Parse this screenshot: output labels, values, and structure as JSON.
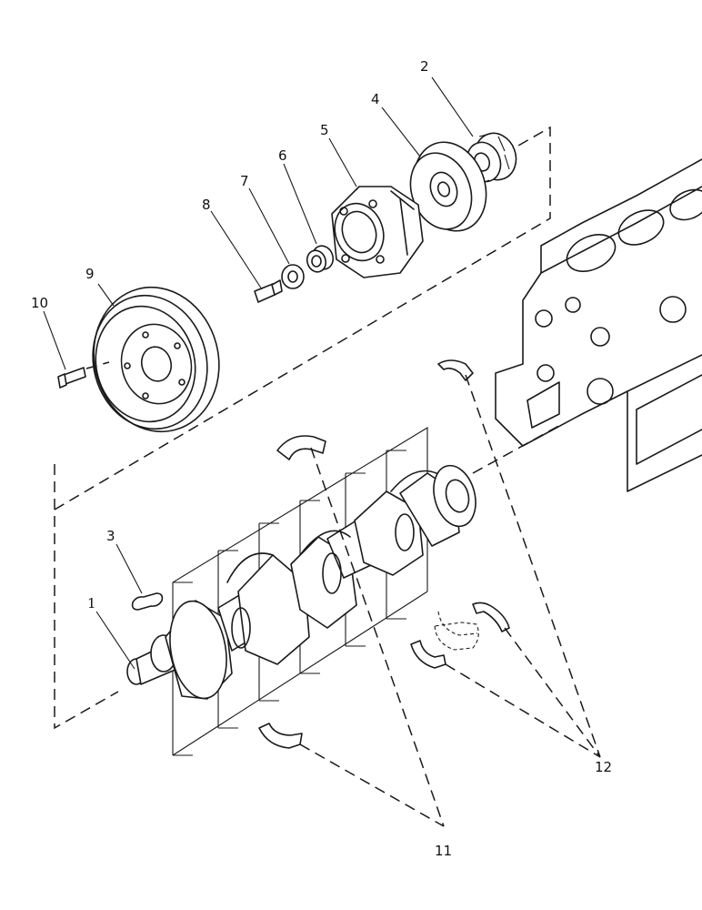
{
  "callouts": [
    {
      "id": "c1",
      "text": "1"
    },
    {
      "id": "c2",
      "text": "2"
    },
    {
      "id": "c3",
      "text": "3"
    },
    {
      "id": "c4",
      "text": "4"
    },
    {
      "id": "c5",
      "text": "5"
    },
    {
      "id": "c6",
      "text": "6"
    },
    {
      "id": "c7",
      "text": "7"
    },
    {
      "id": "c8",
      "text": "8"
    },
    {
      "id": "c9",
      "text": "9"
    },
    {
      "id": "c10",
      "text": "10"
    },
    {
      "id": "c11",
      "text": "11"
    },
    {
      "id": "c12",
      "text": "12"
    }
  ],
  "colors": {
    "ink": "#1a1a1a",
    "paper": "#ffffff"
  }
}
